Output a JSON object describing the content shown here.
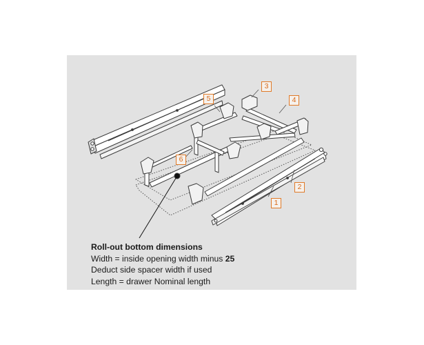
{
  "caption": {
    "heading": "Roll-out bottom dimensions",
    "line_width_prefix": "Width = inside opening width minus ",
    "line_width_value": "25",
    "line_spacer": "Deduct side spacer width if used",
    "line_length": "Length = drawer Nominal length"
  },
  "callouts": [
    {
      "label": "1"
    },
    {
      "label": "2"
    },
    {
      "label": "3"
    },
    {
      "label": "4"
    },
    {
      "label": "5"
    },
    {
      "label": "6"
    }
  ],
  "colors": {
    "panel_background": "#e2e2e2",
    "callout_accent": "#e07a28",
    "line_art": "#3a3a3a"
  }
}
